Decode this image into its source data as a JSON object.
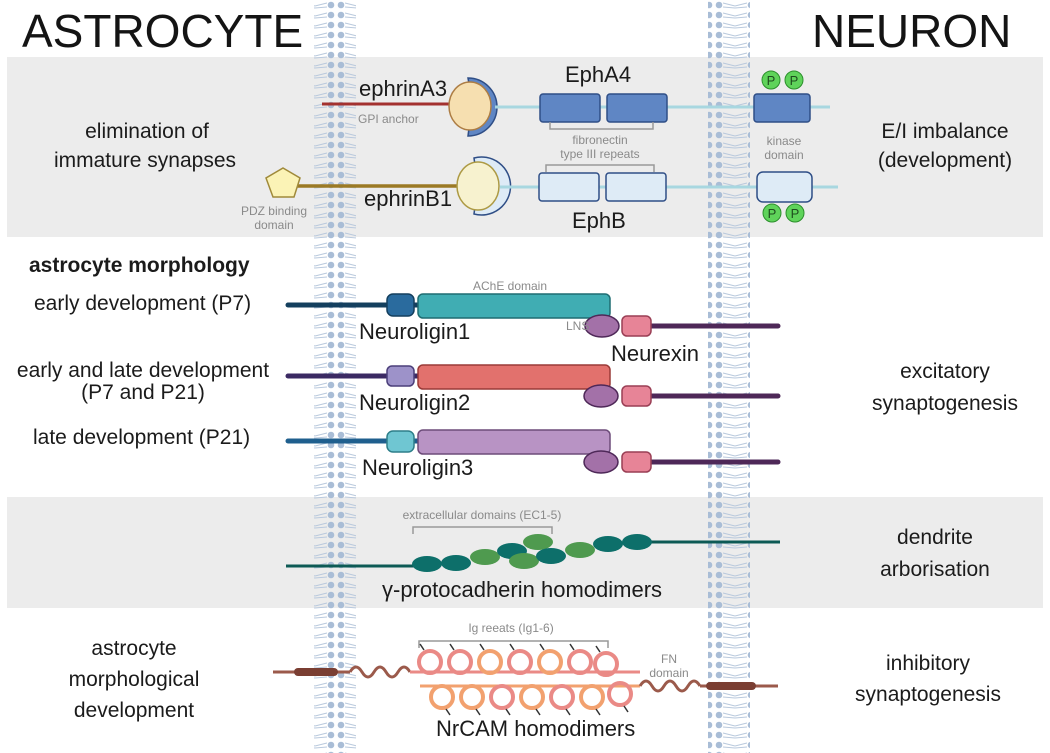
{
  "titles": {
    "left": "ASTROCYTE",
    "right": "NEURON"
  },
  "panel1": {
    "left_lines": [
      "elimination of",
      "immature synapses"
    ],
    "right_lines": [
      "E/I imbalance",
      "(development)"
    ],
    "ephrinA3": "ephrinA3",
    "gpi": "GPI anchor",
    "epha4": "EphA4",
    "fibronectin": [
      "fibronectin",
      "type III repeats"
    ],
    "kinase": [
      "kinase",
      "domain"
    ],
    "ephrinB1": "ephrinB1",
    "pdz": [
      "PDZ binding",
      "domain"
    ],
    "ephb": "EphB",
    "phospho": "P"
  },
  "panel2": {
    "heading": "astrocyte morphology",
    "row1": "early development (P7)",
    "row2": [
      "early and late development",
      "(P7 and P21)"
    ],
    "row3": "late development (P21)",
    "ache": "AChE domain",
    "lns": "LNS",
    "nlgn1": "Neuroligin1",
    "nlgn2": "Neuroligin2",
    "nlgn3": "Neuroligin3",
    "nrxn": "Neurexin",
    "right_lines": [
      "excitatory",
      "synaptogenesis"
    ]
  },
  "panel3": {
    "ec": "extracellular domains (EC1-5)",
    "protocad": "γ-protocadherin homodimers",
    "right_lines": [
      "dendrite",
      "arborisation"
    ]
  },
  "panel4": {
    "left_lines": [
      "astrocyte",
      "morphological",
      "development"
    ],
    "ig": "Ig reeats (Ig1-6)",
    "fn": [
      "FN",
      "domain"
    ],
    "nrcam": "NrCAM homodimers",
    "right_lines": [
      "inhibitory",
      "synaptogenesis"
    ]
  },
  "colors": {
    "panel_bg": "#ececec",
    "membrane": "#a9bdd6",
    "epha4": "#5f86c4",
    "ephb": "#deebf6",
    "phospho": "#5fd35a",
    "nlgn1": "#40adb3",
    "nlgn2": "#e2716d",
    "nlgn3": "#b893c4",
    "neurexin": "#a371a8",
    "nrxn_pink": "#e78497",
    "protocad_dark": "#0d6f6a",
    "protocad_green": "#4f9a4f",
    "nrcam_pink": "#ea8a86",
    "nrcam_orange": "#f2a16f",
    "nrcam_brown": "#9b5a4b"
  }
}
